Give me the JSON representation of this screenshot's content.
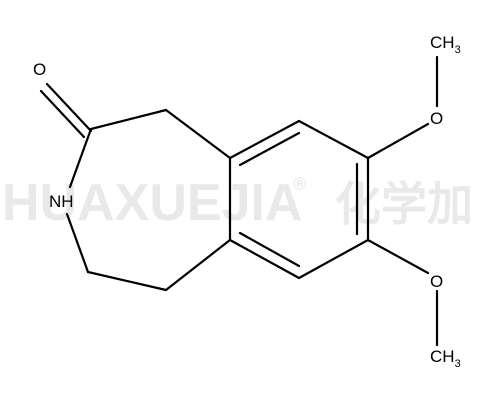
{
  "watermark": {
    "text": "HUAXUEJIA",
    "registered_mark": "®",
    "cjk": "化学加"
  },
  "atoms": {
    "oxygen_carbonyl": "O",
    "nitrogen": "NH",
    "methoxy_top_oxygen": "O",
    "methoxy_top_methyl": "CH",
    "methoxy_top_subscript": "3",
    "methoxy_bottom_oxygen": "O",
    "methoxy_bottom_methyl": "CH",
    "methoxy_bottom_subscript": "3"
  },
  "colors": {
    "bond": "#000000",
    "watermark": "#e9e9e9",
    "background": "#ffffff"
  }
}
